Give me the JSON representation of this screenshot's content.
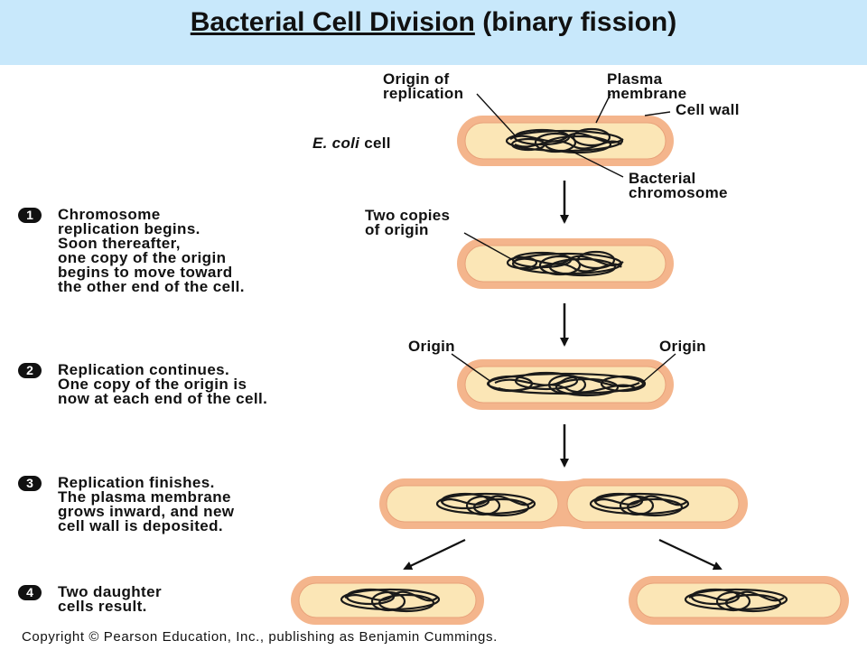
{
  "title": {
    "main": "Bacterial Cell Division",
    "sub": " (binary fission)"
  },
  "labels": {
    "origin_of_replication": "Origin of\nreplication",
    "plasma_membrane": "Plasma\nmembrane",
    "cell_wall": "Cell wall",
    "ecoli_italic": "E. coli",
    "ecoli_rest": " cell",
    "bacterial_chromosome": "Bacterial\nchromosome",
    "two_copies_of_origin": "Two copies\nof origin",
    "origin_left": "Origin",
    "origin_right": "Origin"
  },
  "steps": [
    {
      "number": "1",
      "text": "Chromosome\nreplication begins.\nSoon thereafter,\none copy of the origin\nbegins to move toward\nthe other end of the cell."
    },
    {
      "number": "2",
      "text": "Replication continues.\nOne copy of the origin is\nnow at each end of the cell."
    },
    {
      "number": "3",
      "text": "Replication finishes.\nThe plasma membrane\ngrows inward, and new\ncell wall is deposited."
    },
    {
      "number": "4",
      "text": "Two daughter\ncells result."
    }
  ],
  "copyright": "Copyright © Pearson Education, Inc., publishing as Benjamin Cummings.",
  "colors": {
    "title_bar": "#c8e8fb",
    "cell_wall": "#f4b58c",
    "cytoplasm": "#fbe6b6",
    "chromosome": "#1a1a1a"
  }
}
